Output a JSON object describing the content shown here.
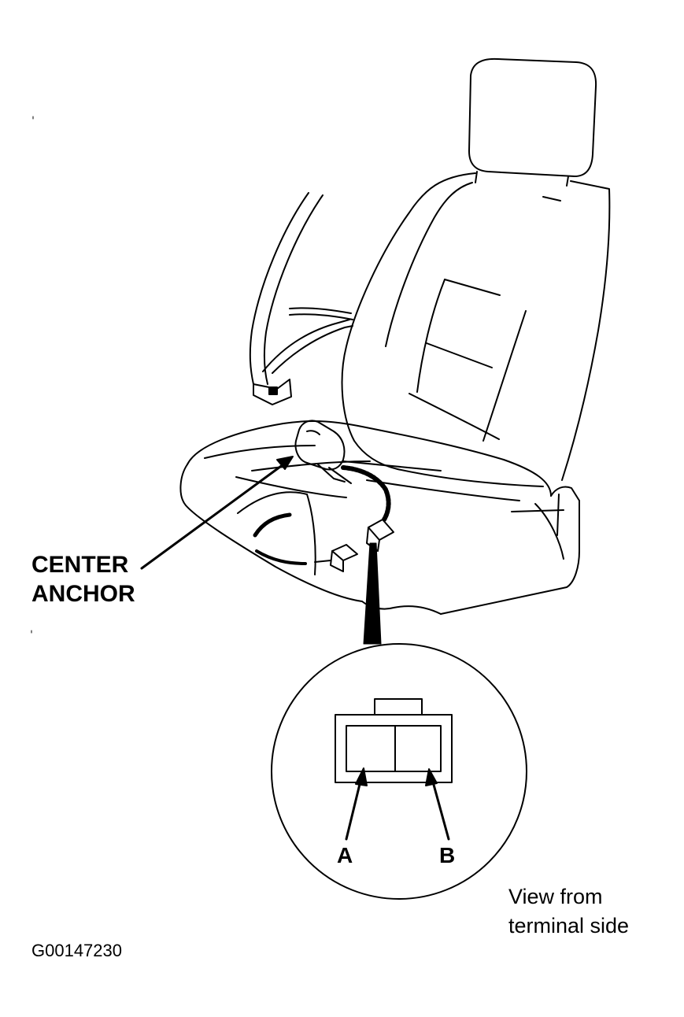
{
  "labels": {
    "center_anchor_line1": "CENTER",
    "center_anchor_line2": "ANCHOR",
    "terminal_a": "A",
    "terminal_b": "B",
    "view_note_line1": "View from",
    "view_note_line2": "terminal side",
    "figure_code": "G00147230"
  },
  "colors": {
    "ink": "#000000",
    "paper": "#ffffff"
  }
}
